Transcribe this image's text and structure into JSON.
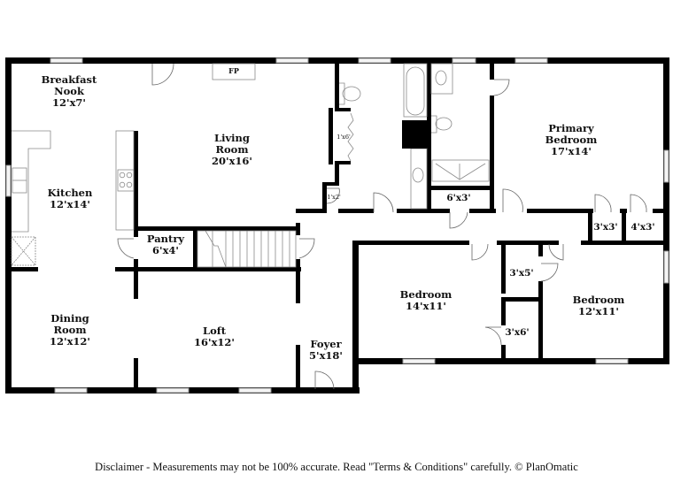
{
  "floorplan": {
    "rooms": [
      {
        "id": "breakfast-nook",
        "name": "Breakfast Nook",
        "name_lines": [
          "Breakfast",
          "Nook"
        ],
        "dims": "12'x7'"
      },
      {
        "id": "kitchen",
        "name": "Kitchen",
        "name_lines": [
          "Kitchen"
        ],
        "dims": "12'x14'"
      },
      {
        "id": "living-room",
        "name": "Living Room",
        "name_lines": [
          "Living",
          "Room"
        ],
        "dims": "20'x16'"
      },
      {
        "id": "pantry",
        "name": "Pantry",
        "name_lines": [
          "Pantry"
        ],
        "dims": "6'x4'"
      },
      {
        "id": "dining-room",
        "name": "Dining Room",
        "name_lines": [
          "Dining",
          "Room"
        ],
        "dims": "12'x12'"
      },
      {
        "id": "loft",
        "name": "Loft",
        "name_lines": [
          "Loft"
        ],
        "dims": "16'x12'"
      },
      {
        "id": "foyer",
        "name": "Foyer",
        "name_lines": [
          "Foyer"
        ],
        "dims": "5'x18'"
      },
      {
        "id": "primary-bedroom",
        "name": "Primary Bedroom",
        "name_lines": [
          "Primary",
          "Bedroom"
        ],
        "dims": "17'x14'"
      },
      {
        "id": "bedroom-1",
        "name": "Bedroom",
        "name_lines": [
          "Bedroom"
        ],
        "dims": "14'x11'"
      },
      {
        "id": "bedroom-2",
        "name": "Bedroom",
        "name_lines": [
          "Bedroom"
        ],
        "dims": "12'x11'"
      }
    ],
    "closets": [
      {
        "id": "closet-6x3",
        "dims": "6'x3'"
      },
      {
        "id": "closet-3x3",
        "dims": "3'x3'"
      },
      {
        "id": "closet-4x3",
        "dims": "4'x3'"
      },
      {
        "id": "closet-3x5",
        "dims": "3'x5'"
      },
      {
        "id": "closet-3x6",
        "dims": "3'x6'"
      },
      {
        "id": "closet-1x2",
        "dims": "1'x2'"
      },
      {
        "id": "closet-1x6",
        "dims": "1'x6'"
      }
    ],
    "fixtures": {
      "fireplace": "FP"
    },
    "colors": {
      "wall": "#000000",
      "fixture_line": "#8a8a8a",
      "window_fill": "#e6e6e6",
      "background": "#ffffff"
    }
  },
  "footer": {
    "disclaimer": "Disclaimer - Measurements may not be 100% accurate. Read \"Terms & Conditions\" carefully. © PlanOmatic"
  }
}
